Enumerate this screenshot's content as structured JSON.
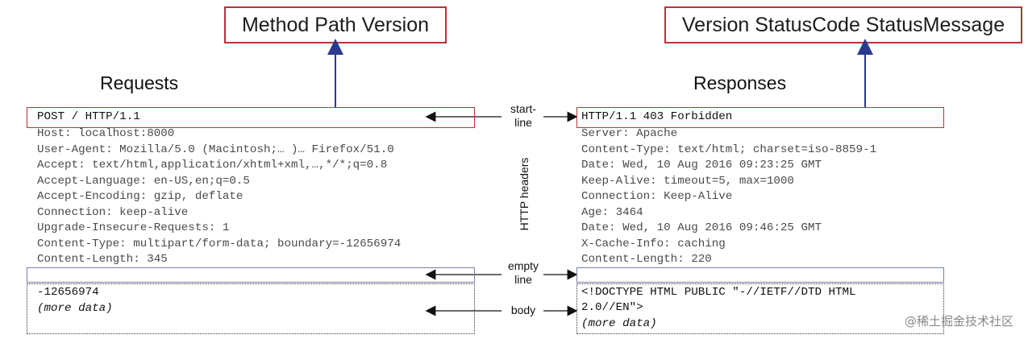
{
  "callouts": {
    "request": "Method Path Version",
    "response": "Version StatusCode StatusMessage"
  },
  "titles": {
    "requests": "Requests",
    "responses": "Responses"
  },
  "request": {
    "start_line": "POST / HTTP/1.1",
    "headers": [
      "Host: localhost:8000",
      "User-Agent: Mozilla/5.0 (Macintosh;… )… Firefox/51.0",
      "Accept: text/html,application/xhtml+xml,…,*/*;q=0.8",
      "Accept-Language: en-US,en;q=0.5",
      "Accept-Encoding: gzip, deflate",
      "Connection: keep-alive",
      "Upgrade-Insecure-Requests: 1",
      "Content-Type: multipart/form-data; boundary=-12656974",
      "Content-Length: 345"
    ],
    "body": [
      "-12656974",
      "(more data)"
    ]
  },
  "response": {
    "start_line": "HTTP/1.1 403 Forbidden",
    "headers": [
      "Server: Apache",
      "Content-Type: text/html; charset=iso-8859-1",
      "Date: Wed, 10 Aug 2016 09:23:25 GMT",
      "Keep-Alive: timeout=5, max=1000",
      "Connection: Keep-Alive",
      "Age: 3464",
      "Date: Wed, 10 Aug 2016 09:46:25 GMT",
      "X-Cache-Info: caching",
      "Content-Length: 220"
    ],
    "body": [
      "<!DOCTYPE HTML PUBLIC \"-//IETF//DTD HTML",
      "2.0//EN\">",
      "(more data)"
    ]
  },
  "labels": {
    "start_line": [
      "start-",
      "line"
    ],
    "http_headers": "HTTP headers",
    "empty_line": [
      "empty",
      "line"
    ],
    "body": "body"
  },
  "watermark": "@稀土掘金技术社区",
  "colors": {
    "callout_border": "#b9333a",
    "arrow": "#2b3a8c",
    "empty_box": "#7a7fb0"
  }
}
